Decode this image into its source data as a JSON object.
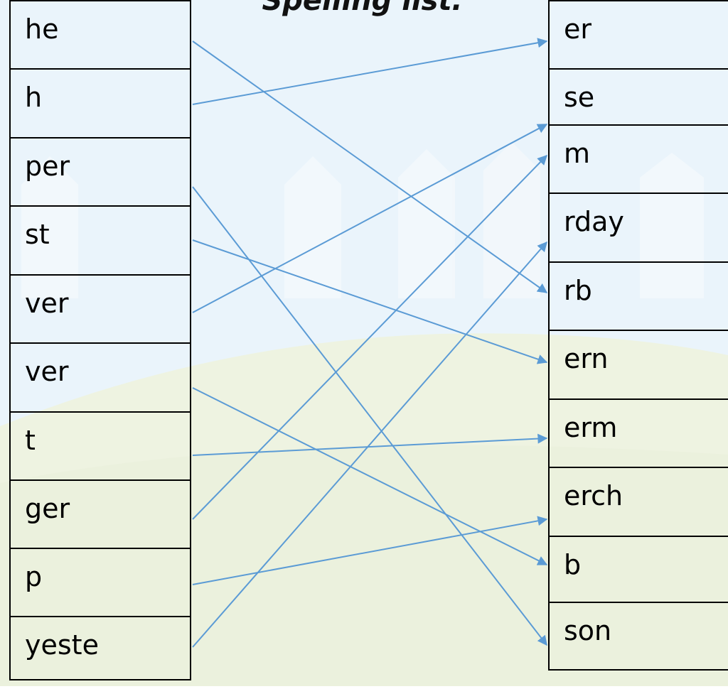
{
  "title": "Spelling list:",
  "left_words": [
    "he",
    "h",
    "per",
    "st",
    "ver",
    "ver",
    "t",
    "ger",
    "p",
    "yeste"
  ],
  "right_words": [
    "er",
    "se",
    "m",
    "rday",
    "rb",
    "ern",
    "erm",
    "erch",
    "b",
    "son"
  ],
  "connections": [
    {
      "from": 0,
      "to": 4
    },
    {
      "from": 1,
      "to": 0
    },
    {
      "from": 2,
      "to": 9
    },
    {
      "from": 3,
      "to": 5
    },
    {
      "from": 4,
      "to": 1
    },
    {
      "from": 5,
      "to": 8
    },
    {
      "from": 6,
      "to": 6
    },
    {
      "from": 7,
      "to": 2
    },
    {
      "from": 8,
      "to": 7
    },
    {
      "from": 9,
      "to": 3
    }
  ],
  "colors": {
    "sky": "#eaf4fb",
    "fence": "#f4f9fd",
    "grass": "#eef3e2",
    "line": "#5b9bd5",
    "border": "#000000"
  }
}
